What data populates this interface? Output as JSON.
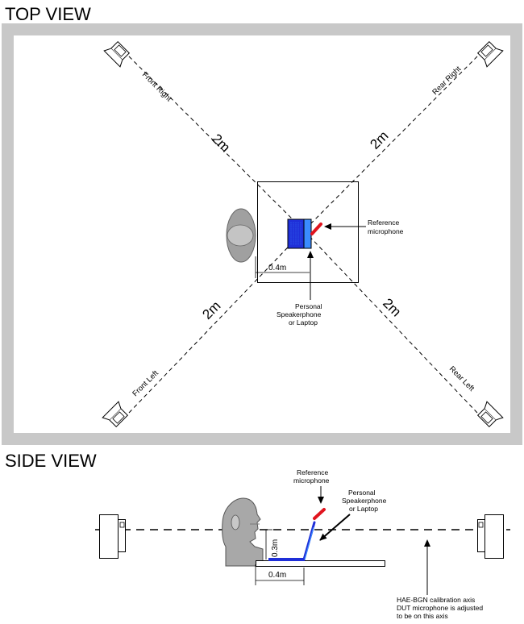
{
  "top_view": {
    "title": "TOP VIEW",
    "speakers": {
      "front_right": "Front Right",
      "rear_right": "Rear Right",
      "front_left": "Front Left",
      "rear_left": "Rear Left"
    },
    "distance_labels": [
      "2m",
      "2m",
      "2m",
      "2m"
    ],
    "offset_label": "0.4m",
    "reference_mic_label": [
      "Reference",
      "microphone"
    ],
    "device_label": [
      "Personal",
      "Speakerphone",
      "or Laptop"
    ]
  },
  "side_view": {
    "title": "SIDE VIEW",
    "reference_mic_label": [
      "Reference",
      "microphone"
    ],
    "device_label": [
      "Personal",
      "Speakerphone",
      "or Laptop"
    ],
    "height_label": "0.3m",
    "offset_label": "0.4m",
    "axis_note": [
      "HAE-BGN calibration axis",
      "DUT microphone is adjusted",
      "to be on this axis"
    ]
  },
  "colors": {
    "room_border": "#c8c8c8",
    "device_blue": "#1f2fd8",
    "device_light_blue": "#3a8cff",
    "mic_red": "#e0141e",
    "head_gray": "#9a9a9a"
  }
}
